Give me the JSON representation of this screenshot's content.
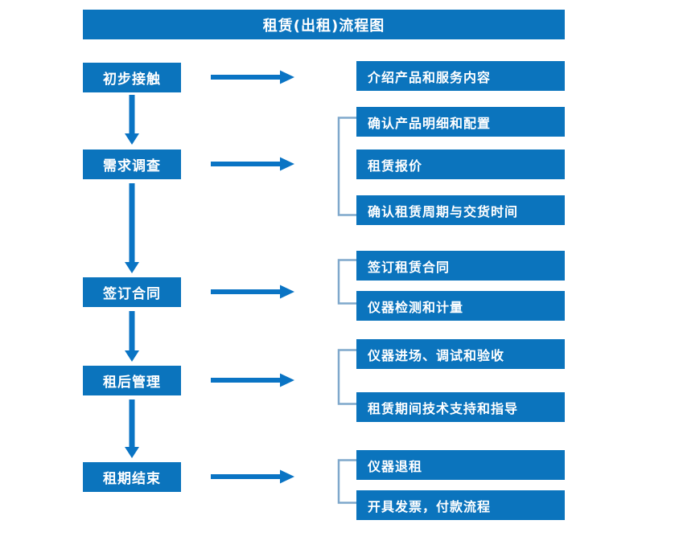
{
  "header": {
    "title": "租赁(出租)流程图"
  },
  "colors": {
    "box_fill": "#0b74bd",
    "box_text": "#ffffff",
    "arrow": "#0a74c4",
    "bracket": "#7fa8cc",
    "page_background": "#ffffff"
  },
  "flow": {
    "stages": [
      {
        "label": "初步接触",
        "arrow_icon": "right-arrow-icon"
      },
      {
        "label": "需求调查",
        "arrow_icon": "right-arrow-icon"
      },
      {
        "label": "签订合同",
        "arrow_icon": "right-arrow-icon"
      },
      {
        "label": "租后管理",
        "arrow_icon": "right-arrow-icon"
      },
      {
        "label": "租期结束",
        "arrow_icon": "right-arrow-icon"
      }
    ],
    "connectors": [
      {
        "icon": "down-arrow-icon",
        "from": "初步接触",
        "to": "需求调查"
      },
      {
        "icon": "down-arrow-icon",
        "from": "需求调查",
        "to": "签订合同"
      },
      {
        "icon": "down-arrow-icon",
        "from": "签订合同",
        "to": "租后管理"
      },
      {
        "icon": "down-arrow-icon",
        "from": "租后管理",
        "to": "租期结束"
      }
    ],
    "details": [
      {
        "label": "介绍产品和服务内容"
      },
      {
        "label": "确认产品明细和配置"
      },
      {
        "label": "租赁报价"
      },
      {
        "label": "确认租赁周期与交货时间"
      },
      {
        "label": "签订租赁合同"
      },
      {
        "label": "仪器检测和计量"
      },
      {
        "label": "仪器进场、调试和验收"
      },
      {
        "label": "租赁期间技术支持和指导"
      },
      {
        "label": "仪器退租"
      },
      {
        "label": "开具发票，付款流程"
      }
    ],
    "brackets": [
      {
        "icon": "group-bracket-icon",
        "groups": [
          "确认产品明细和配置",
          "租赁报价",
          "确认租赁周期与交货时间"
        ]
      },
      {
        "icon": "group-bracket-icon",
        "groups": [
          "签订租赁合同",
          "仪器检测和计量"
        ]
      },
      {
        "icon": "group-bracket-icon",
        "groups": [
          "仪器进场、调试和验收",
          "租赁期间技术支持和指导"
        ]
      },
      {
        "icon": "group-bracket-icon",
        "groups": [
          "仪器退租",
          "开具发票，付款流程"
        ]
      }
    ]
  }
}
